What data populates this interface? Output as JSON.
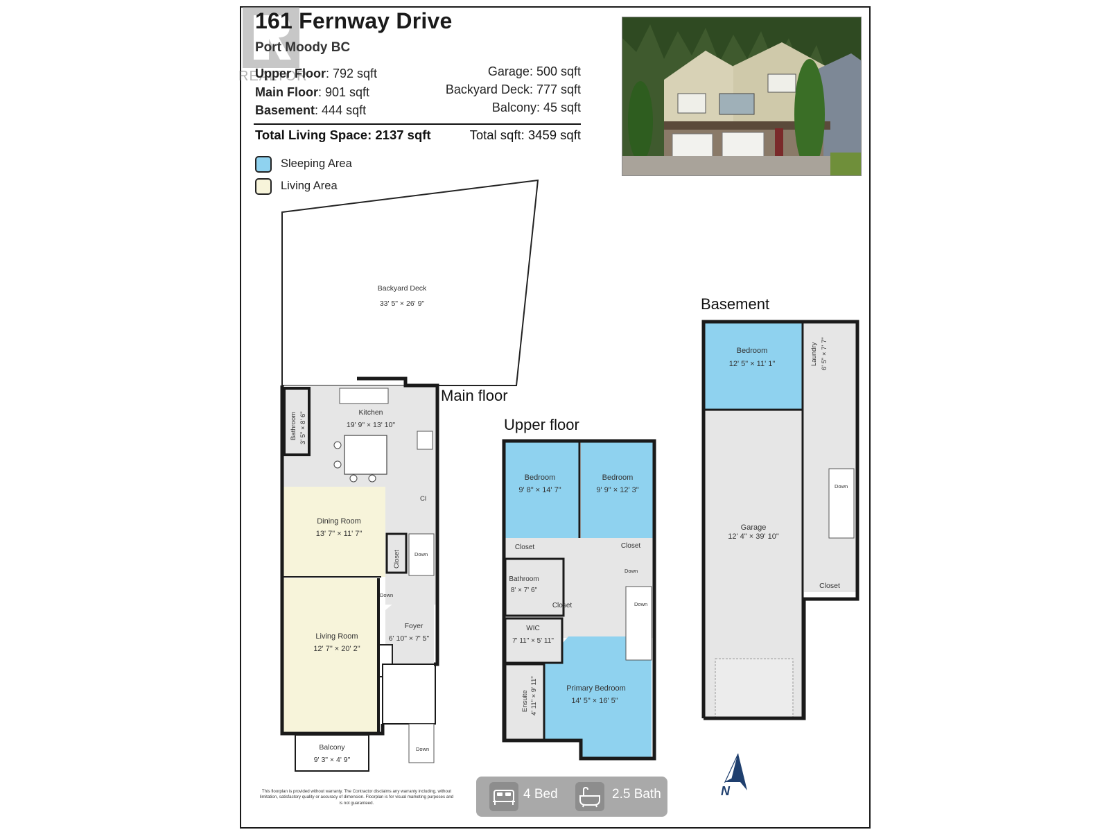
{
  "header": {
    "address": "161 Fernway Drive",
    "city": "Port Moody BC",
    "watermark": "REALTOR"
  },
  "stats_left": [
    {
      "label": "Upper Floor",
      "value": ": 792 sqft"
    },
    {
      "label": "Main Floor",
      "value": ": 901 sqft"
    },
    {
      "label": "Basement",
      "value": ": 444 sqft"
    }
  ],
  "stats_right": [
    "Garage: 500 sqft",
    "Backyard Deck: 777 sqft",
    "Balcony: 45 sqft"
  ],
  "totals": {
    "living_label": "Total Living Space: 2137 sqft",
    "total_label": "Total sqft: 3459 sqft"
  },
  "legend": [
    {
      "label": "Sleeping Area",
      "color": "#8fd2ef"
    },
    {
      "label": "Living Area",
      "color": "#f7f4da"
    }
  ],
  "floors": {
    "main": "Main floor",
    "upper": "Upper floor",
    "basement": "Basement"
  },
  "rooms": {
    "deck": {
      "name": "Backyard Deck",
      "dim": "33' 5\" × 26' 9\""
    },
    "kitchen": {
      "name": "Kitchen",
      "dim": "19' 9\" × 13' 10\""
    },
    "main_bath": {
      "name": "Bathroom",
      "dim": "3' 5\" × 8' 6\""
    },
    "dining": {
      "name": "Dining Room",
      "dim": "13' 7\" × 11' 7\""
    },
    "living": {
      "name": "Living Room",
      "dim": "12' 7\" × 20' 2\""
    },
    "foyer": {
      "name": "Foyer",
      "dim": "6' 10\" × 7' 5\""
    },
    "balcony": {
      "name": "Balcony",
      "dim": "9' 3\" × 4' 9\""
    },
    "main_closet": "Closet",
    "main_cl": "Cl",
    "down": "Down",
    "up_bed1": {
      "name": "Bedroom",
      "dim": "9' 8\" × 14' 7\""
    },
    "up_bed2": {
      "name": "Bedroom",
      "dim": "9' 9\" × 12' 3\""
    },
    "up_closet": "Closet",
    "up_bath": {
      "name": "Bathroom",
      "dim": "8' × 7' 6\""
    },
    "wic": {
      "name": "WIC",
      "dim": "7' 11\" × 5' 11\""
    },
    "ensuite": {
      "name": "Ensuite",
      "dim": "4' 11\" × 9' 11\""
    },
    "primary": {
      "name": "Primary Bedroom",
      "dim": "14' 5\" × 16' 5\""
    },
    "base_bed": {
      "name": "Bedroom",
      "dim": "12' 5\" × 11' 1\""
    },
    "laundry": {
      "name": "Laundry",
      "dim": "6' 5\" × 7' 7\""
    },
    "garage": {
      "name": "Garage",
      "dim": "12' 4\" × 39' 10\""
    },
    "base_closet": "Closet"
  },
  "disclaimer": "This floorplan is provided without warranty. The Contractor disclaims any warranty including, without limitation, satisfactory quality or accuracy of dimension. Floorplan is for visual marketing purposes and is not guaranteed.",
  "badges": {
    "beds": "4 Bed",
    "baths": "2.5 Bath"
  },
  "compass": "N",
  "colors": {
    "sleeping": "#8fd2ef",
    "living": "#f7f4da",
    "circulation": "#e6e6e6",
    "wall": "#1a1a1a",
    "badge": "#a9a9a9"
  }
}
